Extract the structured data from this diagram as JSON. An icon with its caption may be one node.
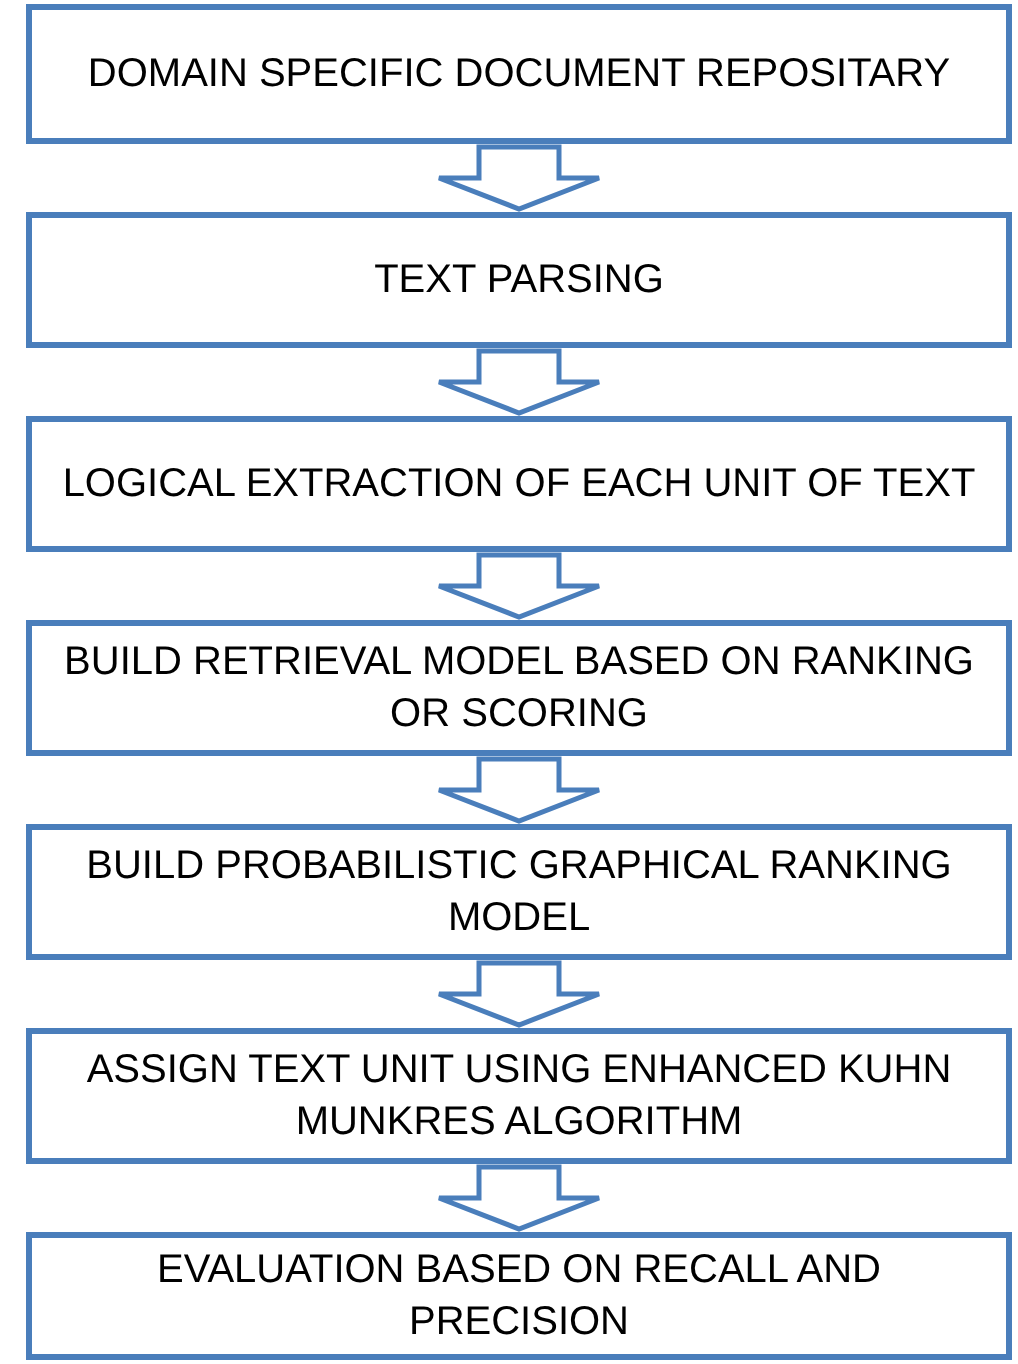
{
  "diagram": {
    "nodes": [
      {
        "text": [
          "DOMAIN SPECIFIC DOCUMENT REPOSITARY"
        ]
      },
      {
        "text": [
          "TEXT PARSING"
        ]
      },
      {
        "text": [
          "LOGICAL EXTRACTION OF EACH UNIT OF TEXT"
        ]
      },
      {
        "text": [
          "BUILD RETRIEVAL MODEL BASED ON RANKING OR SCORING"
        ]
      },
      {
        "text": [
          "BUILD PROBABILISTIC GRAPHICAL RANKING MODEL"
        ]
      },
      {
        "text": [
          "ASSIGN TEXT UNIT USING ENHANCED KUHN MUNKRES ALGORITHM"
        ]
      },
      {
        "text": [
          "EVALUATION BASED ON RECALL AND PRECISION"
        ]
      }
    ],
    "edges": [
      {
        "from": 0,
        "to": 1,
        "arrow": "to"
      },
      {
        "from": 1,
        "to": 2,
        "arrow": "to"
      },
      {
        "from": 2,
        "to": 3,
        "arrow": "to"
      },
      {
        "from": 3,
        "to": 4,
        "arrow": "to"
      },
      {
        "from": 4,
        "to": 5,
        "arrow": "to"
      },
      {
        "from": 5,
        "to": 6,
        "arrow": "to"
      }
    ]
  }
}
